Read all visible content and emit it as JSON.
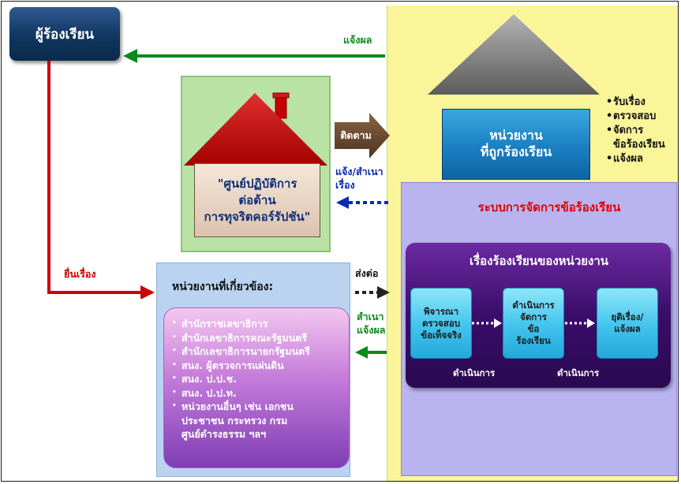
{
  "complainant": {
    "label": "ผู้ร้องเรียน"
  },
  "arrows": {
    "notify_result": "แจ้งผล",
    "follow_up": "ติดตาม",
    "notify_copy_line1": "แจ้ง/สำเนา",
    "notify_copy_line2": "เรื่อง",
    "submit": "ยื่นเรื่อง",
    "forward": "ส่งต่อ",
    "copy_notify_line1": "สำเนา",
    "copy_notify_line2": "แจ้งผล"
  },
  "center": {
    "line1": "\"ศูนย์ปฏิบัติการ",
    "line2": "ต่อต้าน",
    "line3": "การทุจริตคอร์รัปชัน\""
  },
  "agency": {
    "line1": "หน่วยงาน",
    "line2": "ที่ถูกร้องเรียน",
    "tasks": [
      "รับเรื่อง",
      "ตรวจสอบ",
      "จัดการ",
      "ข้อร้องเรียน",
      "แจ้งผล"
    ]
  },
  "system": {
    "title": "ระบบการจัดการข้อร้องเรียน",
    "inner_title": "เรื่องร้องเรียนของหน่วยงาน",
    "steps": [
      {
        "lines": [
          "พิจารณา",
          "ตรวจสอบ",
          "ข้อเท็จจริง"
        ]
      },
      {
        "lines": [
          "ดำเนินการ",
          "จัดการ",
          "ข้อ",
          "ร้องเรียน"
        ]
      },
      {
        "lines": [
          "ยุติเรื่อง/",
          "แจ้งผล"
        ]
      }
    ],
    "step_labels": [
      "ดำเนินการ",
      "ดำเนินการ"
    ]
  },
  "related": {
    "title": "หน่วยงานที่เกี่ยวข้อง:",
    "items": [
      "สำนักราชเลขาธิการ",
      "สำนักเลขาธิการคณะรัฐมนตรี",
      "สำนักเลขาธิการนายกรัฐมนตรี",
      "สนง. ผู้ตรวจการแผ่นดิน",
      "สนง. ป.ป.ช.",
      "สนง. ป.ป.ท.",
      "หน่วยงานอื่นๆ   เช่น เอกชน"
    ],
    "continuation": [
      "ประชาชน กระทรวง กรม",
      "ศูนย์ดำรงธรรม ฯลฯ"
    ]
  },
  "colors": {
    "navy": "#10365f",
    "panel_yellow": "#fbf59a",
    "system_lavender": "#b9b4ef",
    "inner_purple": "#3a0d6a",
    "step_cyan": "#41c3ec",
    "green_arrow": "#0a8a1a",
    "red_arrow": "#cc0000",
    "blue_arrow": "#0a2ab4",
    "brown_arrow": "#6b4a2e",
    "roof_red": "#c40000"
  }
}
